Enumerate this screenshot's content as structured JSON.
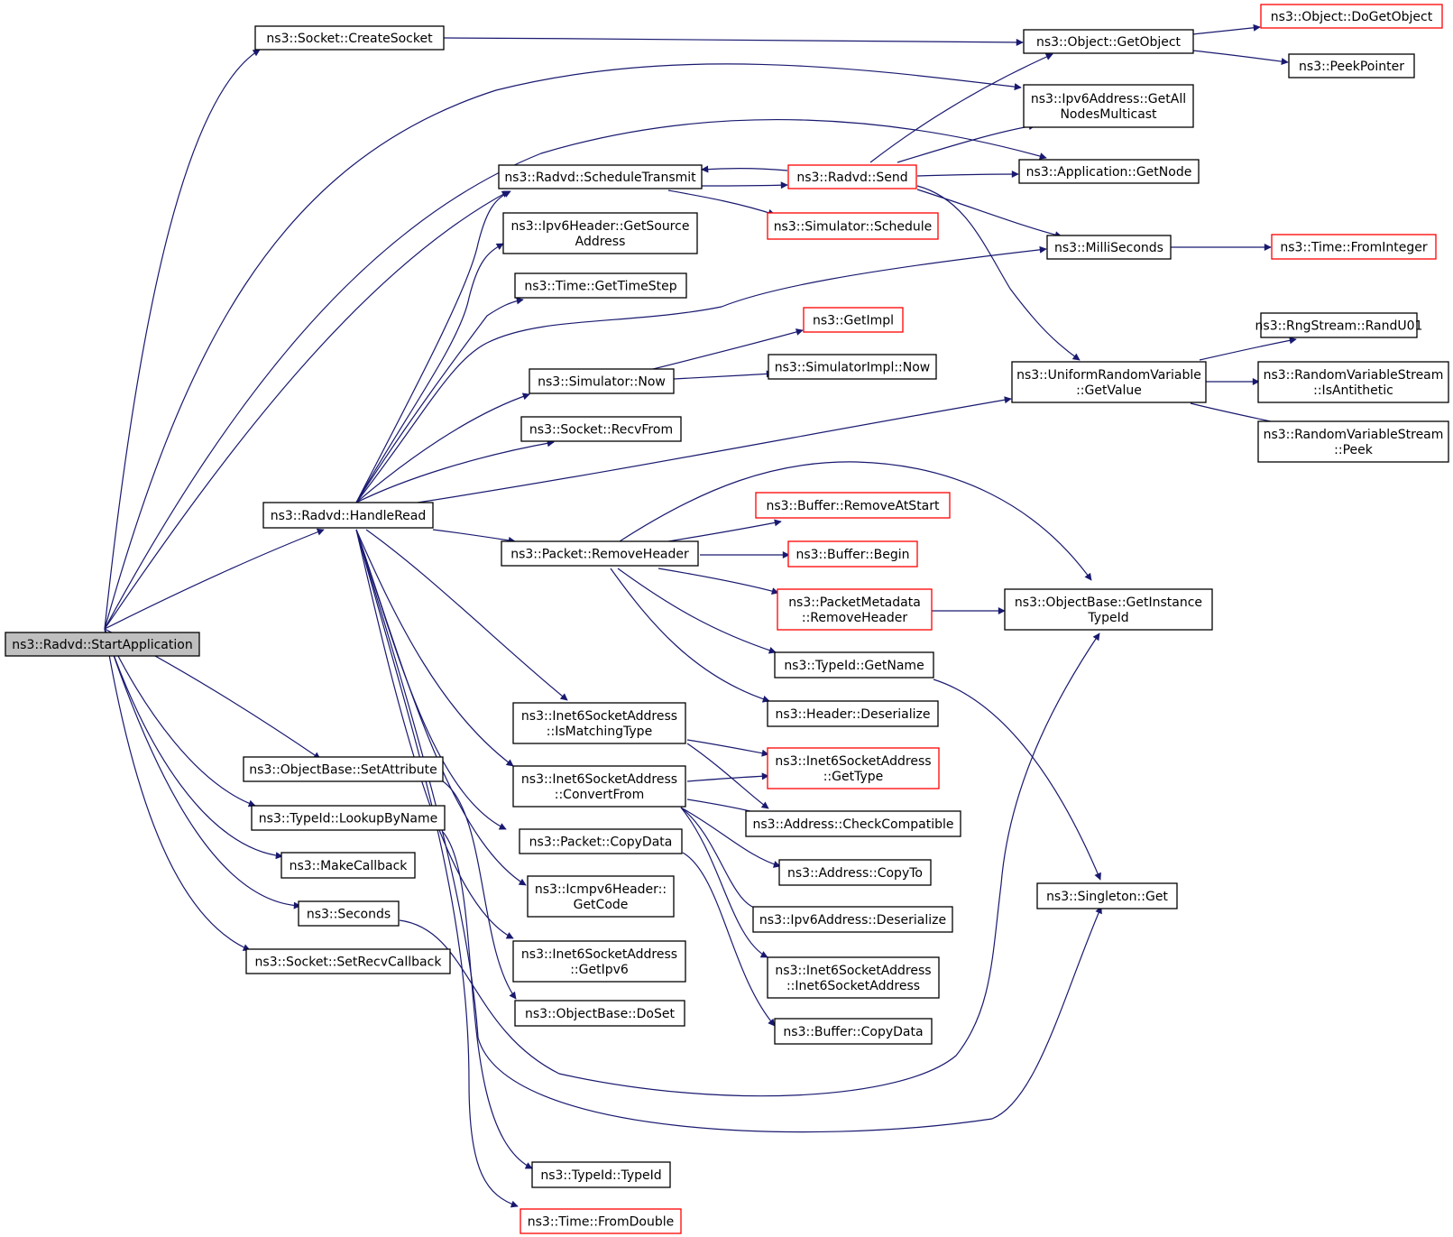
{
  "colors": {
    "edge": "#191970",
    "border_normal": "#000000",
    "border_truncated": "#ff0000",
    "root_fill": "#bfbfbf",
    "node_fill": "#ffffff"
  },
  "nodes": [
    {
      "id": "start",
      "lines": [
        "ns3::Radvd::StartApplication"
      ],
      "kind": "root"
    },
    {
      "id": "createsocket",
      "lines": [
        "ns3::Socket::CreateSocket"
      ],
      "kind": "normal"
    },
    {
      "id": "getobject",
      "lines": [
        "ns3::Object::GetObject"
      ],
      "kind": "normal"
    },
    {
      "id": "dogetobject",
      "lines": [
        "ns3::Object::DoGetObject"
      ],
      "kind": "truncated"
    },
    {
      "id": "peekpointer",
      "lines": [
        "ns3::PeekPointer"
      ],
      "kind": "normal"
    },
    {
      "id": "ipv6allnodes",
      "lines": [
        "ns3::Ipv6Address::GetAll",
        "NodesMulticast"
      ],
      "kind": "normal"
    },
    {
      "id": "schedtransmit",
      "lines": [
        "ns3::Radvd::ScheduleTransmit"
      ],
      "kind": "normal"
    },
    {
      "id": "radvdsend",
      "lines": [
        "ns3::Radvd::Send"
      ],
      "kind": "truncated"
    },
    {
      "id": "appgetnode",
      "lines": [
        "ns3::Application::GetNode"
      ],
      "kind": "normal"
    },
    {
      "id": "simschedule",
      "lines": [
        "ns3::Simulator::Schedule"
      ],
      "kind": "truncated"
    },
    {
      "id": "ipv6srcaddr",
      "lines": [
        "ns3::Ipv6Header::GetSource",
        "Address"
      ],
      "kind": "normal"
    },
    {
      "id": "milliseconds",
      "lines": [
        "ns3::MilliSeconds"
      ],
      "kind": "normal"
    },
    {
      "id": "fromint",
      "lines": [
        "ns3::Time::FromInteger"
      ],
      "kind": "truncated"
    },
    {
      "id": "gettimestep",
      "lines": [
        "ns3::Time::GetTimeStep"
      ],
      "kind": "normal"
    },
    {
      "id": "getimpl",
      "lines": [
        "ns3::GetImpl"
      ],
      "kind": "truncated"
    },
    {
      "id": "randu01",
      "lines": [
        "ns3::RngStream::RandU01"
      ],
      "kind": "normal"
    },
    {
      "id": "simnow",
      "lines": [
        "ns3::Simulator::Now"
      ],
      "kind": "normal"
    },
    {
      "id": "simimplnow",
      "lines": [
        "ns3::SimulatorImpl::Now"
      ],
      "kind": "normal"
    },
    {
      "id": "urvgetvalue",
      "lines": [
        "ns3::UniformRandomVariable",
        "::GetValue"
      ],
      "kind": "normal"
    },
    {
      "id": "isantithetic",
      "lines": [
        "ns3::RandomVariableStream",
        "::IsAntithetic"
      ],
      "kind": "normal"
    },
    {
      "id": "recvfrom",
      "lines": [
        "ns3::Socket::RecvFrom"
      ],
      "kind": "normal"
    },
    {
      "id": "rvspeek",
      "lines": [
        "ns3::RandomVariableStream",
        "::Peek"
      ],
      "kind": "normal"
    },
    {
      "id": "handleread",
      "lines": [
        "ns3::Radvd::HandleRead"
      ],
      "kind": "normal"
    },
    {
      "id": "bufremove",
      "lines": [
        "ns3::Buffer::RemoveAtStart"
      ],
      "kind": "truncated"
    },
    {
      "id": "removeheader",
      "lines": [
        "ns3::Packet::RemoveHeader"
      ],
      "kind": "normal"
    },
    {
      "id": "bufbegin",
      "lines": [
        "ns3::Buffer::Begin"
      ],
      "kind": "truncated"
    },
    {
      "id": "pmremove",
      "lines": [
        "ns3::PacketMetadata",
        "::RemoveHeader"
      ],
      "kind": "truncated"
    },
    {
      "id": "getinstancetypeid",
      "lines": [
        "ns3::ObjectBase::GetInstance",
        "TypeId"
      ],
      "kind": "normal"
    },
    {
      "id": "typeidgetname",
      "lines": [
        "ns3::TypeId::GetName"
      ],
      "kind": "normal"
    },
    {
      "id": "headerdeser",
      "lines": [
        "ns3::Header::Deserialize"
      ],
      "kind": "normal"
    },
    {
      "id": "ismatching",
      "lines": [
        "ns3::Inet6SocketAddress",
        "::IsMatchingType"
      ],
      "kind": "normal"
    },
    {
      "id": "i6gettype",
      "lines": [
        "ns3::Inet6SocketAddress",
        "::GetType"
      ],
      "kind": "truncated"
    },
    {
      "id": "setattribute",
      "lines": [
        "ns3::ObjectBase::SetAttribute"
      ],
      "kind": "normal"
    },
    {
      "id": "convertfrom",
      "lines": [
        "ns3::Inet6SocketAddress",
        "::ConvertFrom"
      ],
      "kind": "normal"
    },
    {
      "id": "checkcompat",
      "lines": [
        "ns3::Address::CheckCompatible"
      ],
      "kind": "normal"
    },
    {
      "id": "lookupbyname",
      "lines": [
        "ns3::TypeId::LookupByName"
      ],
      "kind": "normal"
    },
    {
      "id": "copydata",
      "lines": [
        "ns3::Packet::CopyData"
      ],
      "kind": "normal"
    },
    {
      "id": "makecallback",
      "lines": [
        "ns3::MakeCallback"
      ],
      "kind": "normal"
    },
    {
      "id": "addrcopyto",
      "lines": [
        "ns3::Address::CopyTo"
      ],
      "kind": "normal"
    },
    {
      "id": "icmpgetcode",
      "lines": [
        "ns3::Icmpv6Header::",
        "GetCode"
      ],
      "kind": "normal"
    },
    {
      "id": "singletonget",
      "lines": [
        "ns3::Singleton::Get"
      ],
      "kind": "normal"
    },
    {
      "id": "seconds",
      "lines": [
        "ns3::Seconds"
      ],
      "kind": "normal"
    },
    {
      "id": "ipv6deser",
      "lines": [
        "ns3::Ipv6Address::Deserialize"
      ],
      "kind": "normal"
    },
    {
      "id": "setrecvcb",
      "lines": [
        "ns3::Socket::SetRecvCallback"
      ],
      "kind": "normal"
    },
    {
      "id": "i6getipv6",
      "lines": [
        "ns3::Inet6SocketAddress",
        "::GetIpv6"
      ],
      "kind": "normal"
    },
    {
      "id": "i6ctor",
      "lines": [
        "ns3::Inet6SocketAddress",
        "::Inet6SocketAddress"
      ],
      "kind": "normal"
    },
    {
      "id": "doset",
      "lines": [
        "ns3::ObjectBase::DoSet"
      ],
      "kind": "normal"
    },
    {
      "id": "bufcopydata",
      "lines": [
        "ns3::Buffer::CopyData"
      ],
      "kind": "normal"
    },
    {
      "id": "typeidtypeid",
      "lines": [
        "ns3::TypeId::TypeId"
      ],
      "kind": "normal"
    },
    {
      "id": "fromdouble",
      "lines": [
        "ns3::Time::FromDouble"
      ],
      "kind": "truncated"
    }
  ]
}
